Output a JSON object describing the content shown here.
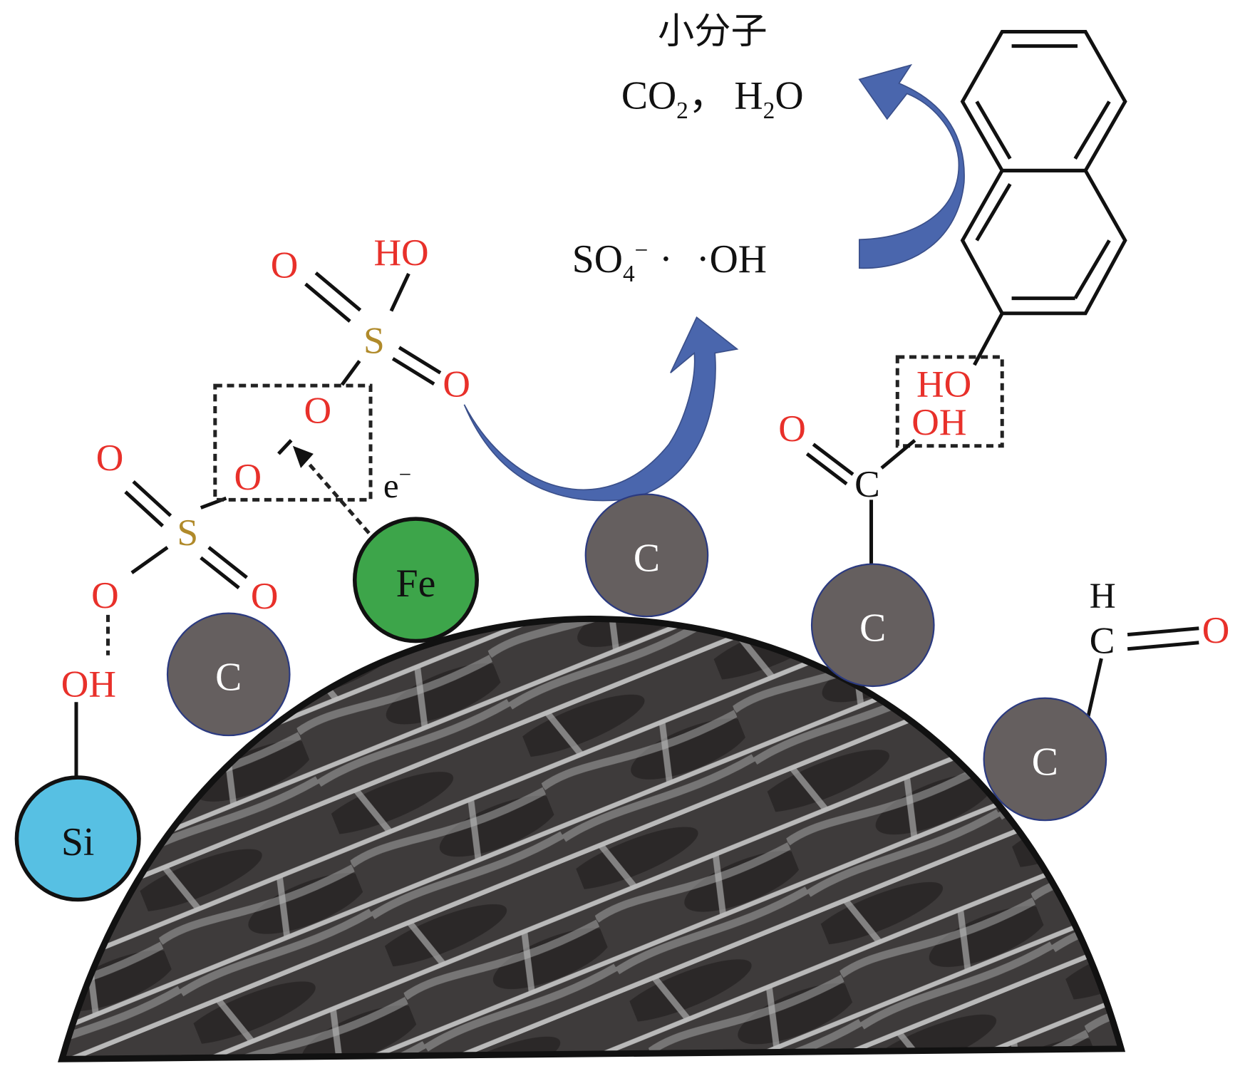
{
  "colors": {
    "oxygen": "#e8302a",
    "sulfur": "#b08a2a",
    "carbon_atom": "#655f5f",
    "iron_atom": "#3da54a",
    "silicon_atom": "#57c0e3",
    "arrow": "#4a66ad"
  },
  "products": {
    "heading": "小分子",
    "co2": "CO",
    "co2_sub": "2",
    "sep": "，",
    "h2o_h": "H",
    "h2o_sub": "2",
    "h2o_o": "O"
  },
  "radicals": {
    "so4": "SO",
    "so4_sub": "4",
    "so4_sup": "−",
    "dot1": "·",
    "dot2": "·OH"
  },
  "persulfate": {
    "o_top_left": "O",
    "ho_top": "HO",
    "s_top": "S",
    "o_right": "O",
    "o_bridge_top": "O",
    "o_bridge_bottom": "O",
    "o_left": "O",
    "s_bottom": "S",
    "o_lower_left": "O",
    "o_lower_right": "O",
    "electron": "e",
    "electron_sup": "−"
  },
  "atoms": {
    "si": "Si",
    "fe": "Fe",
    "c1": "C",
    "c2": "C",
    "c3": "C",
    "c4": "C"
  },
  "surface_groups": {
    "oh_si": "OH",
    "carboxyl_c": "C",
    "carboxyl_o": "O",
    "carboxyl_oh": "OH",
    "naphthol_ho": "HO",
    "aldehyde_h": "H",
    "aldehyde_c": "C",
    "aldehyde_o": "O"
  }
}
